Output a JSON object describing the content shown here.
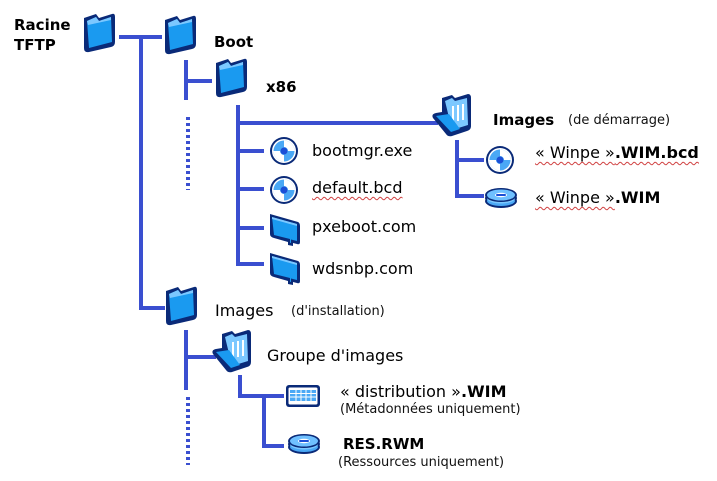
{
  "colors": {
    "line": "#3a4fd0",
    "folder_fill": "#1a9af0",
    "folder_light": "#7cc8ff",
    "folder_outline": "#0a2a78",
    "disc_fill": "#4aa8f5",
    "disc_center": "#1b4fd6"
  },
  "nodes": {
    "root": {
      "label_line1": "Racine",
      "label_line2": "TFTP",
      "icon": "folder-icon"
    },
    "boot": {
      "label": "Boot",
      "icon": "folder-icon"
    },
    "x86": {
      "label": "x86",
      "icon": "folder-icon"
    },
    "boot_images": {
      "label": "Images",
      "note": "(de démarrage)",
      "icon": "open-folder-icon"
    },
    "winpe_bcd": {
      "prefix": "« Winpe »",
      "suffix": ".WIM.bcd",
      "icon": "disc-icon"
    },
    "winpe_wim": {
      "prefix": "« Winpe »",
      "suffix": ".WIM",
      "icon": "disk-stack-icon"
    },
    "bootmgr": {
      "label": "bootmgr.exe",
      "icon": "disc-icon"
    },
    "default_bcd": {
      "label": "default.bcd",
      "icon": "disc-icon"
    },
    "pxeboot": {
      "label": "pxeboot.com",
      "icon": "card-icon"
    },
    "wdsnbp": {
      "label": "wdsnbp.com",
      "icon": "card-icon"
    },
    "install_images": {
      "label": "Images",
      "note": "(d'installation)",
      "icon": "folder-icon"
    },
    "image_group": {
      "label": "Groupe d'images",
      "icon": "open-folder-icon"
    },
    "distribution_wim": {
      "prefix": "« distribution »",
      "suffix": ".WIM",
      "note": "(Métadonnées uniquement)",
      "icon": "grid-file-icon"
    },
    "res_rwm": {
      "label": "RES.RWM",
      "note": "(Ressources uniquement)",
      "icon": "disk-stack-icon"
    }
  }
}
